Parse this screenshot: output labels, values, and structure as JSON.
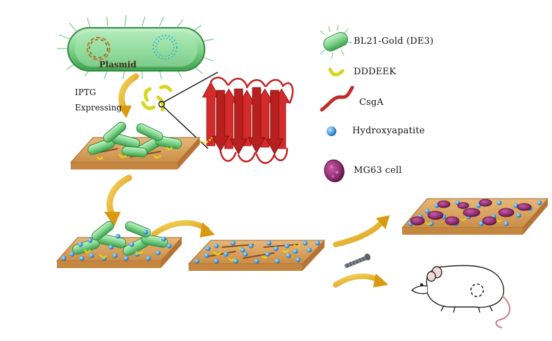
{
  "labels": {
    "plasmid": "Plasmid",
    "iptg": "IPTG",
    "expressing": "Expressing"
  },
  "legend": {
    "items": [
      {
        "label": "BL21-Gold (DE3)",
        "icon": "bacterium-icon"
      },
      {
        "label": "DDDEEK",
        "icon": "peptide-icon"
      },
      {
        "label": "CsgA",
        "icon": "csga-fiber-icon"
      },
      {
        "label": "Hydroxyapatite",
        "icon": "hydroxyapatite-sphere-icon"
      },
      {
        "label": "MG63 cell",
        "icon": "mg63-cell-icon"
      }
    ]
  },
  "colors": {
    "bacterium": "#7ed48a",
    "bacterium_edge": "#2e8b3e",
    "peptide": "#d8d51e",
    "csga": "#d42a2a",
    "hydroxyapatite": "#4a9ee0",
    "mg63": "#8a2a6b",
    "substrate": "#d9a25e",
    "arrow": "#e7b52a"
  }
}
